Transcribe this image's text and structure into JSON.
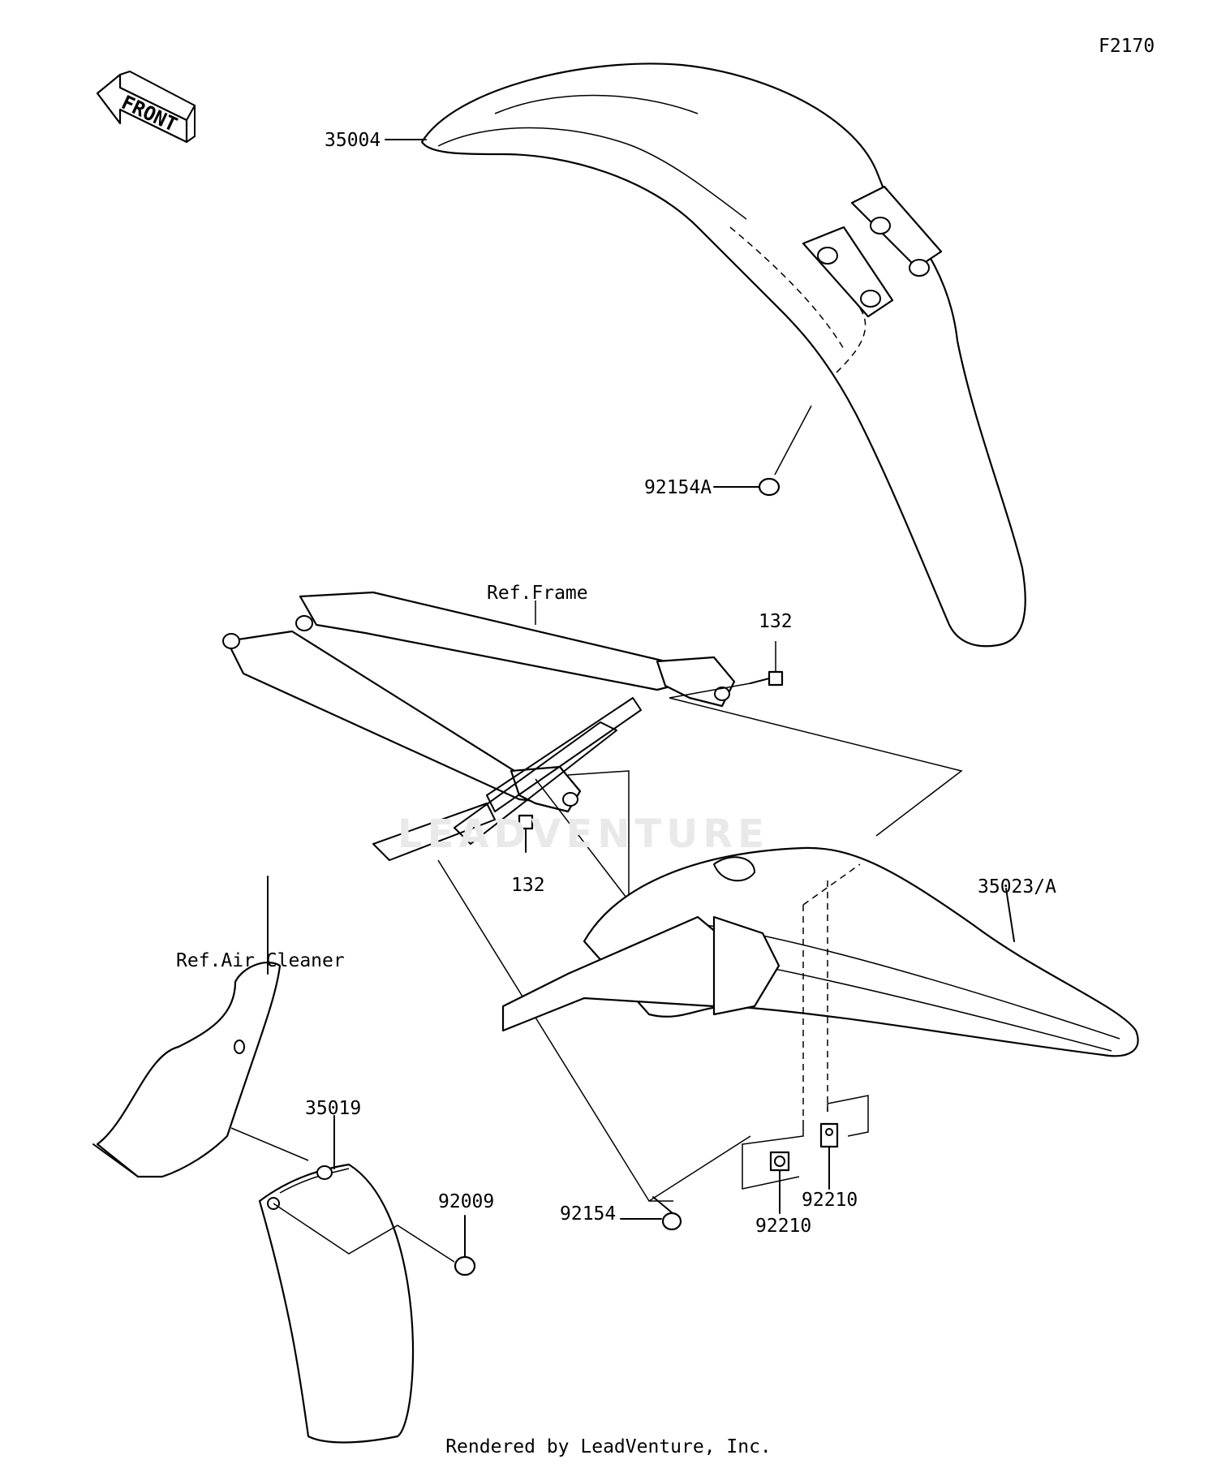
{
  "diagram_code": "F2170",
  "front_label": "FRONT",
  "watermark": "LEADVENTURE",
  "footer": "Rendered by LeadVenture, Inc.",
  "parts": {
    "front_fender": "35004",
    "front_fender_screw": "92154A",
    "frame_ref": "Ref.Frame",
    "bolt_upper": "132",
    "bolt_lower": "132",
    "rear_fender": "35023/A",
    "air_cleaner_ref": "Ref.Air Cleaner",
    "mud_flap": "35019",
    "mud_flap_screw": "92009",
    "rear_fender_bolt": "92154",
    "nut_left": "92210",
    "nut_right": "92210"
  }
}
